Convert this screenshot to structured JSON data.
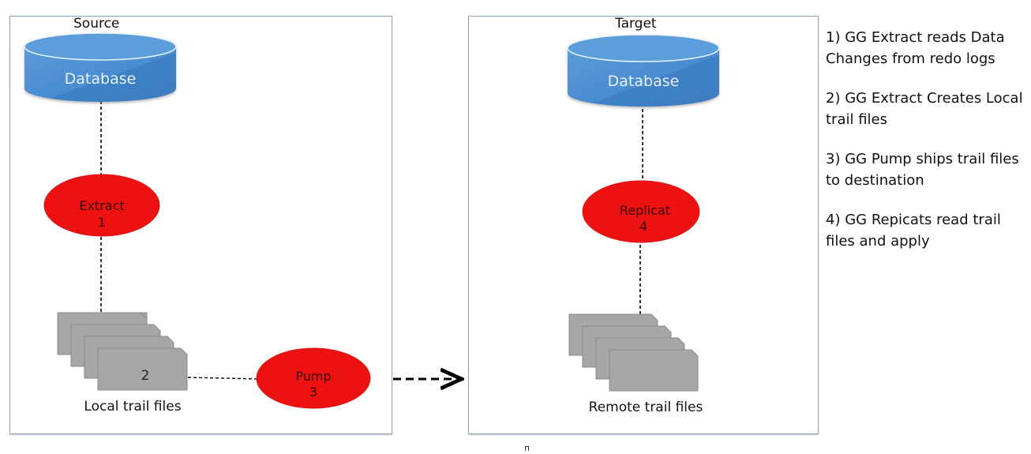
{
  "source_panel": {
    "title": "Source",
    "database_label": "Database",
    "extract": {
      "name": "Extract",
      "step": "1"
    },
    "trail_files": {
      "step": "2",
      "label": "Local trail files"
    },
    "pump": {
      "name": "Pump",
      "step": "3"
    }
  },
  "target_panel": {
    "title": "Target",
    "database_label": "Database",
    "replicat": {
      "name": "Replicat",
      "step": "4"
    },
    "trail_files": {
      "label": "Remote trail files"
    }
  },
  "notes": [
    "1) GG Extract reads Data Changes from redo logs",
    "2) GG Extract Creates Local trail files",
    "3) GG Pump ships trail files to destination",
    "4) GG Repicats read trail files and apply"
  ],
  "colors": {
    "database_fill": "#4a8fd3",
    "database_top": "#5b9ddc",
    "process_fill": "#ee1111",
    "file_fill": "#a6a6a6",
    "panel_border": "#8fa5b3"
  }
}
